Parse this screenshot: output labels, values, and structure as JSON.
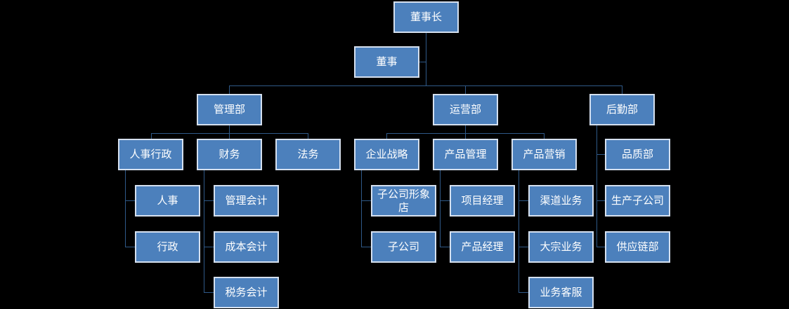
{
  "org_chart": {
    "background_color": "#000000",
    "node_fill_color": "#4C80BC",
    "node_border_color": "#D5E0EF",
    "connector_color": "#2F5988",
    "text_color": "#FFFFFF",
    "nodes": [
      {
        "id": "chairman",
        "label": "董事长",
        "parent": null
      },
      {
        "id": "board",
        "label": "董事",
        "parent": "chairman"
      },
      {
        "id": "management-dept",
        "label": "管理部",
        "parent": "chairman"
      },
      {
        "id": "operations-dept",
        "label": "运营部",
        "parent": "chairman"
      },
      {
        "id": "logistics-dept",
        "label": "后勤部",
        "parent": "chairman"
      },
      {
        "id": "hr-admin",
        "label": "人事行政",
        "parent": "management-dept"
      },
      {
        "id": "finance",
        "label": "财务",
        "parent": "management-dept"
      },
      {
        "id": "legal",
        "label": "法务",
        "parent": "management-dept"
      },
      {
        "id": "corporate-strategy",
        "label": "企业战略",
        "parent": "operations-dept"
      },
      {
        "id": "product-management",
        "label": "产品管理",
        "parent": "operations-dept"
      },
      {
        "id": "product-marketing",
        "label": "产品营销",
        "parent": "operations-dept"
      },
      {
        "id": "quality-dept",
        "label": "品质部",
        "parent": "logistics-dept"
      },
      {
        "id": "hr",
        "label": "人事",
        "parent": "hr-admin"
      },
      {
        "id": "management-accounting",
        "label": "管理会计",
        "parent": "finance"
      },
      {
        "id": "subsidiary-image-store",
        "label": "子公司形象店",
        "parent": "corporate-strategy"
      },
      {
        "id": "project-manager",
        "label": "项目经理",
        "parent": "product-management"
      },
      {
        "id": "channel-business",
        "label": "渠道业务",
        "parent": "product-marketing"
      },
      {
        "id": "production-subsidiary",
        "label": "生产子公司",
        "parent": "logistics-dept"
      },
      {
        "id": "admin",
        "label": "行政",
        "parent": "hr-admin"
      },
      {
        "id": "cost-accounting",
        "label": "成本会计",
        "parent": "finance"
      },
      {
        "id": "subsidiary",
        "label": "子公司",
        "parent": "corporate-strategy"
      },
      {
        "id": "product-manager",
        "label": "产品经理",
        "parent": "product-management"
      },
      {
        "id": "bulk-business",
        "label": "大宗业务",
        "parent": "product-marketing"
      },
      {
        "id": "supply-chain-dept",
        "label": "供应链部",
        "parent": "logistics-dept"
      },
      {
        "id": "tax-accounting",
        "label": "税务会计",
        "parent": "finance"
      },
      {
        "id": "business-customer-service",
        "label": "业务客服",
        "parent": "product-marketing"
      }
    ]
  }
}
